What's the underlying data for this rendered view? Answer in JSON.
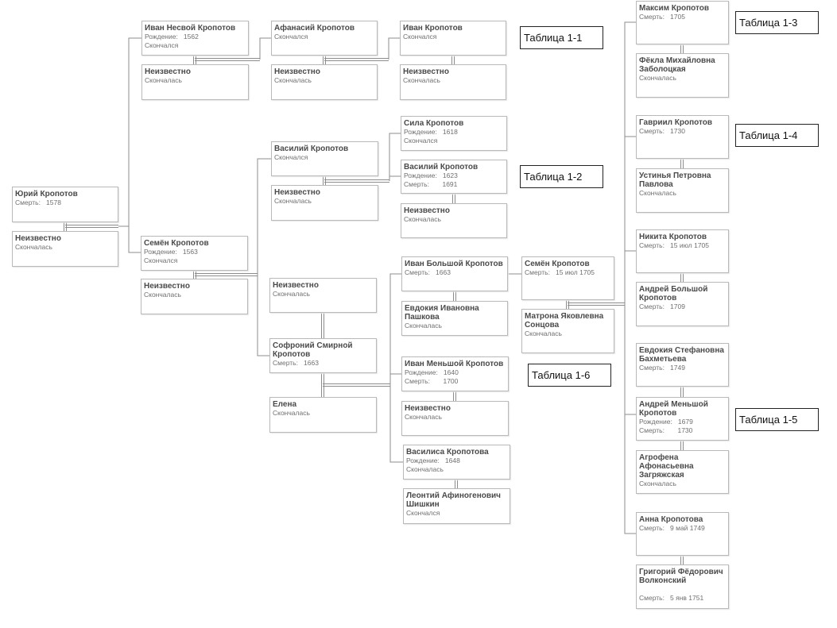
{
  "people": [
    {
      "id": "yury",
      "name": [
        "Юрий Кропотов"
      ],
      "lines": [
        "Смерть:   1578"
      ]
    },
    {
      "id": "yury_sp",
      "name": [
        "Неизвестно"
      ],
      "lines": [
        "Скончалась"
      ]
    },
    {
      "id": "ivan_nesvoy",
      "name": [
        "Иван Несвой Кропотов"
      ],
      "lines": [
        "Рождение:   1562",
        "Скончался"
      ]
    },
    {
      "id": "ivan_nesvoy_sp",
      "name": [
        "Неизвестно"
      ],
      "lines": [
        "Скончалась"
      ]
    },
    {
      "id": "semen1",
      "name": [
        "Семён Кропотов"
      ],
      "lines": [
        "Рождение:   1563",
        "Скончался"
      ]
    },
    {
      "id": "semen1_sp",
      "name": [
        "Неизвестно"
      ],
      "lines": [
        "Скончалась"
      ]
    },
    {
      "id": "afanasy",
      "name": [
        "Афанасий Кропотов"
      ],
      "lines": [
        "Скончался"
      ]
    },
    {
      "id": "afanasy_sp",
      "name": [
        "Неизвестно"
      ],
      "lines": [
        "Скончалась"
      ]
    },
    {
      "id": "ivan_k",
      "name": [
        "Иван Кропотов"
      ],
      "lines": [
        "Скончался"
      ]
    },
    {
      "id": "ivan_k_sp",
      "name": [
        "Неизвестно"
      ],
      "lines": [
        "Скончалась"
      ]
    },
    {
      "id": "vasily1",
      "name": [
        "Василий Кропотов"
      ],
      "lines": [
        "Скончался"
      ]
    },
    {
      "id": "vasily1_sp",
      "name": [
        "Неизвестно"
      ],
      "lines": [
        "Скончалась"
      ]
    },
    {
      "id": "sila",
      "name": [
        "Сила Кропотов"
      ],
      "lines": [
        "Рождение:   1618",
        "Скончался"
      ]
    },
    {
      "id": "vasily2",
      "name": [
        "Василий Кропотов"
      ],
      "lines": [
        "Рождение:   1623",
        "Смерть:       1691"
      ]
    },
    {
      "id": "vasily2_sp",
      "name": [
        "Неизвестно"
      ],
      "lines": [
        "Скончалась"
      ]
    },
    {
      "id": "semen1_sp2",
      "name": [
        "Неизвестно"
      ],
      "lines": [
        "Скончалась"
      ]
    },
    {
      "id": "sofrony",
      "name": [
        "Софроний Смирной",
        "Кропотов"
      ],
      "lines": [
        "Смерть:   1663"
      ]
    },
    {
      "id": "elena",
      "name": [
        "Елена"
      ],
      "lines": [
        "Скончалась"
      ]
    },
    {
      "id": "ivan_bolshoy",
      "name": [
        "Иван Большой Кропотов"
      ],
      "lines": [
        "Смерть:   1663"
      ]
    },
    {
      "id": "evdokia_p",
      "name": [
        "Евдокия Ивановна",
        "Пашкова"
      ],
      "lines": [
        "Скончалась"
      ]
    },
    {
      "id": "semen2",
      "name": [
        "Семён Кропотов"
      ],
      "lines": [
        "Смерть:   15 июл 1705"
      ]
    },
    {
      "id": "matrona",
      "name": [
        "Матрона Яковлевна",
        "Сонцова"
      ],
      "lines": [
        "Скончалась"
      ]
    },
    {
      "id": "ivan_menshoy",
      "name": [
        "Иван Меньшой Кропотов"
      ],
      "lines": [
        "Рождение:   1640",
        "Смерть:       1700"
      ]
    },
    {
      "id": "ivan_menshoy_sp",
      "name": [
        "Неизвестно"
      ],
      "lines": [
        "Скончалась"
      ]
    },
    {
      "id": "vasilisa",
      "name": [
        "Василиса Кропотова"
      ],
      "lines": [
        "Рождение:   1648",
        "Скончалась"
      ]
    },
    {
      "id": "leonty",
      "name": [
        "Леонтий Афиногенович",
        "Шишкин"
      ],
      "lines": [
        "Скончался"
      ]
    },
    {
      "id": "maksim",
      "name": [
        "Максим Кропотов"
      ],
      "lines": [
        "Смерть:   1705"
      ]
    },
    {
      "id": "fekla",
      "name": [
        "Фёкла Михайловна",
        "Заболоцкая"
      ],
      "lines": [
        "Скончалась"
      ]
    },
    {
      "id": "gavriil",
      "name": [
        "Гавриил Кропотов"
      ],
      "lines": [
        "Смерть:   1730"
      ]
    },
    {
      "id": "ustinya",
      "name": [
        "Устинья Петровна",
        "Павлова"
      ],
      "lines": [
        "Скончалась"
      ]
    },
    {
      "id": "nikita",
      "name": [
        "Никита Кропотов"
      ],
      "lines": [
        "Смерть:   15 июл 1705"
      ]
    },
    {
      "id": "andrey_b",
      "name": [
        "Андрей Большой",
        "Кропотов"
      ],
      "lines": [
        "Смерть:   1709"
      ]
    },
    {
      "id": "evdokia_b",
      "name": [
        "Евдокия Стефановна",
        "Бахметьева"
      ],
      "lines": [
        "Смерть:   1749"
      ]
    },
    {
      "id": "andrey_m",
      "name": [
        "Андрей Меньшой",
        "Кропотов"
      ],
      "lines": [
        "Рождение:   1679",
        "Смерть:       1730"
      ]
    },
    {
      "id": "agrofena",
      "name": [
        "Агрофена",
        "Афонасьевна",
        "Загряжская"
      ],
      "lines": [
        "Скончалась"
      ]
    },
    {
      "id": "anna",
      "name": [
        "Анна Кропотова"
      ],
      "lines": [
        "Смерть:   9 май 1749"
      ]
    },
    {
      "id": "grigory",
      "name": [
        "Григорий Фёдорович",
        "Волконский"
      ],
      "lines": [
        "Смерть:   5 янв 1751"
      ]
    }
  ],
  "table_refs": [
    {
      "id": "t11",
      "label": "Таблица 1-1"
    },
    {
      "id": "t12",
      "label": "Таблица 1-2"
    },
    {
      "id": "t13",
      "label": "Таблица 1-3"
    },
    {
      "id": "t14",
      "label": "Таблица 1-4"
    },
    {
      "id": "t15",
      "label": "Таблица 1-5"
    },
    {
      "id": "t16",
      "label": "Таблица 1-6"
    }
  ]
}
